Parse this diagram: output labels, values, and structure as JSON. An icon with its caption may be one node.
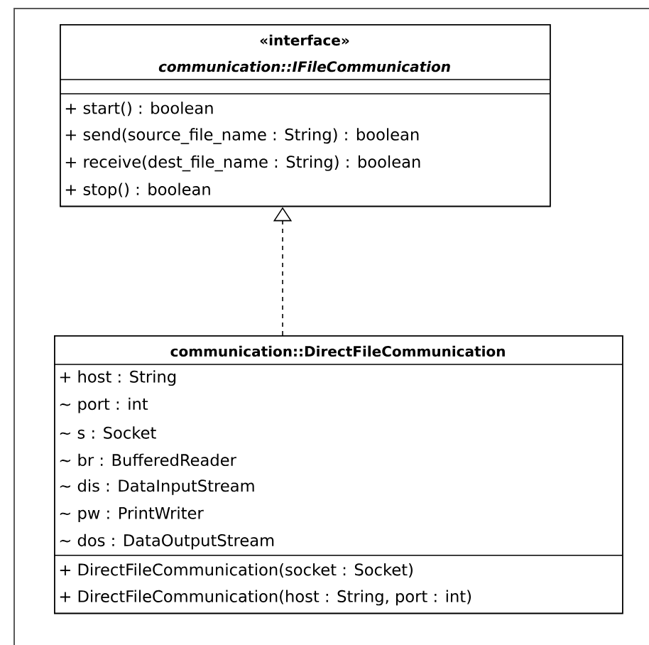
{
  "diagram": {
    "nodes": [
      {
        "text": [
          "«interface»",
          "communication::IFileCommunication",
          "+ start() : boolean",
          "+ send(source_file_name : String) : boolean",
          "+ receive(dest_file_name : String) : boolean",
          "+ stop() : boolean"
        ]
      },
      {
        "text": [
          "communication::DirectFileCommunication",
          "+ host : String",
          "~ port : int",
          "~ s : Socket",
          "~ br : BufferedReader",
          "~ dis : DataInputStream",
          "~ pw : PrintWriter",
          "~ dos : DataOutputStream",
          "+ DirectFileCommunication(socket : Socket)",
          "+ DirectFileCommunication(host : String, port : int)"
        ]
      }
    ],
    "edges": [
      {
        "from": 1,
        "to": 0,
        "arrow": "to",
        "style": "dashed"
      }
    ]
  }
}
